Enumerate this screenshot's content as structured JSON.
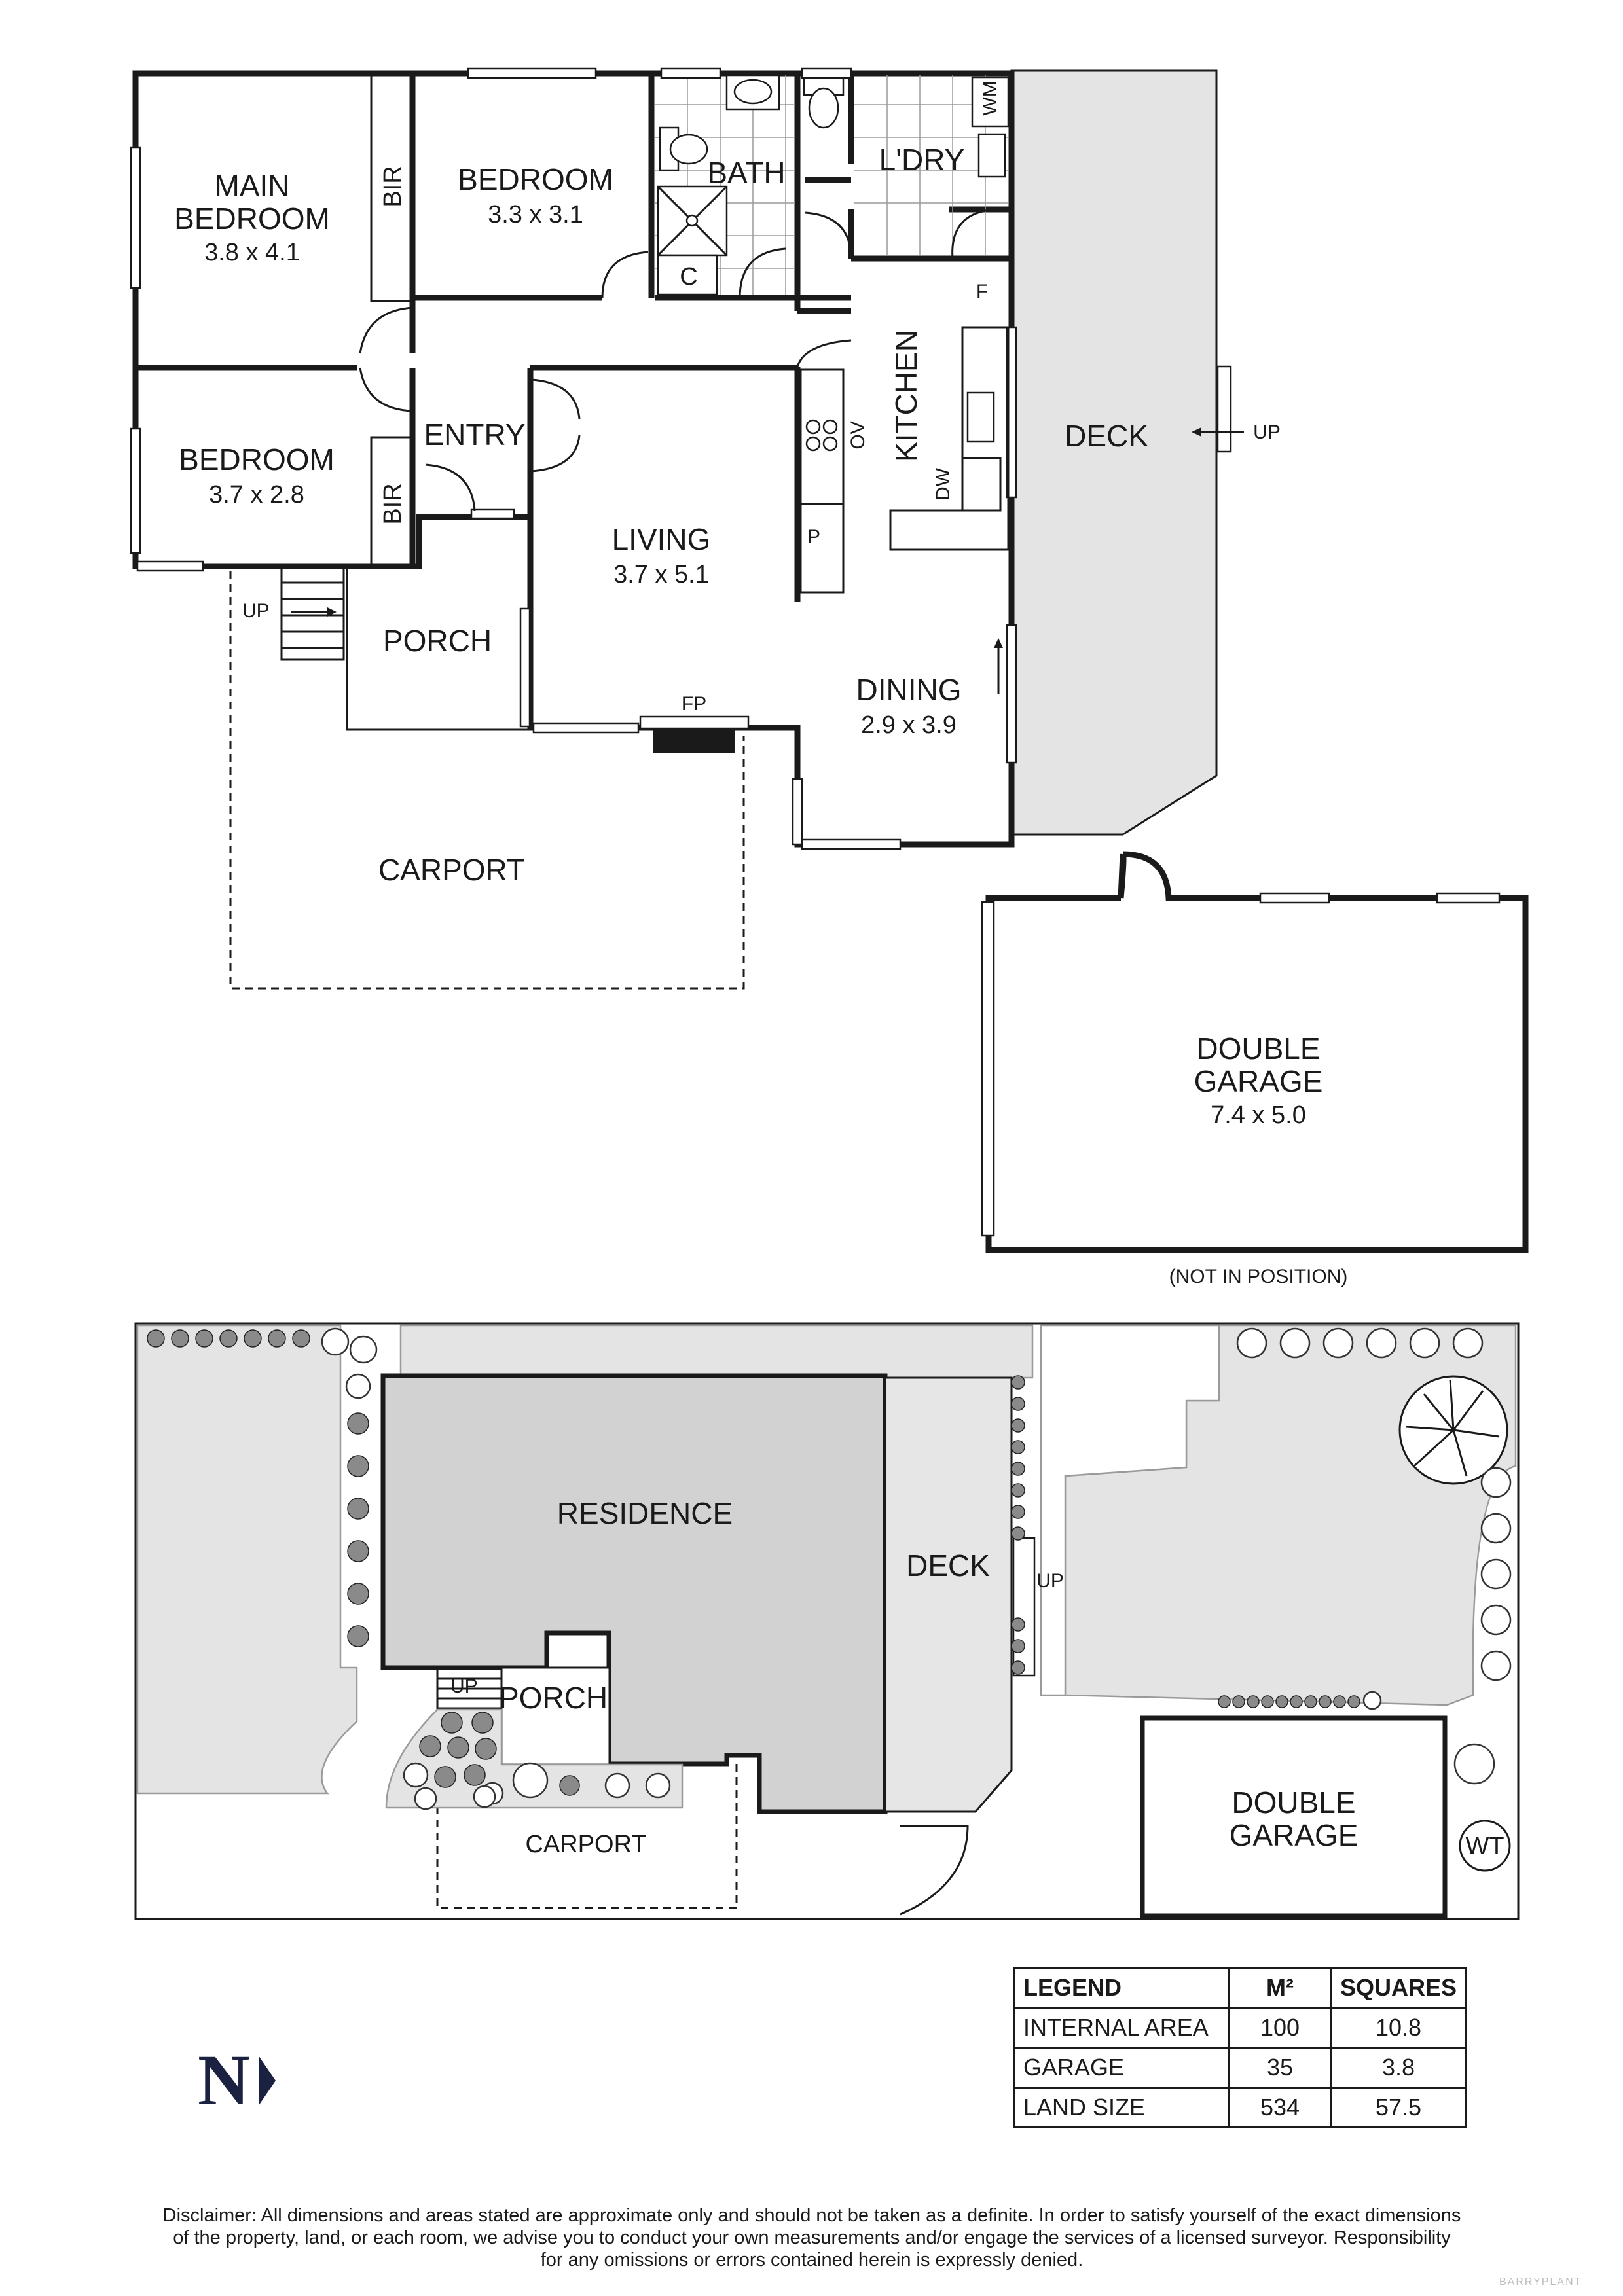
{
  "floor_plan": {
    "rooms": {
      "main_bedroom": {
        "name_line1": "MAIN",
        "name_line2": "BEDROOM",
        "dims": "3.8 x 4.1"
      },
      "bedroom_2": {
        "name": "BEDROOM",
        "dims": "3.3 x 3.1"
      },
      "bedroom_3": {
        "name": "BEDROOM",
        "dims": "3.7 x 2.8"
      },
      "bath": {
        "name": "BATH"
      },
      "laundry": {
        "name": "L'DRY"
      },
      "kitchen": {
        "name": "KITCHEN"
      },
      "entry": {
        "name": "ENTRY"
      },
      "living": {
        "name": "LIVING",
        "dims": "3.7 x 5.1"
      },
      "porch": {
        "name": "PORCH"
      },
      "dining": {
        "name": "DINING",
        "dims": "2.9 x 3.9"
      },
      "deck": {
        "name": "DECK"
      },
      "carport": {
        "name": "CARPORT"
      },
      "garage": {
        "name_line1": "DOUBLE",
        "name_line2": "GARAGE",
        "dims": "7.4 x 5.0"
      }
    },
    "fixtures": {
      "bir_main": "BIR",
      "bir_bed3": "BIR",
      "cupboard": "C",
      "washing_machine": "WM",
      "fridge": "F",
      "oven": "OV",
      "dishwasher": "DW",
      "pantry": "P",
      "fireplace": "FP",
      "up_porch": "UP",
      "up_deck": "UP"
    },
    "garage_note": "(NOT IN POSITION)"
  },
  "site_plan": {
    "residence": "RESIDENCE",
    "deck": "DECK",
    "up_deck": "UP",
    "porch": "PORCH",
    "up_porch": "UP",
    "carport": "CARPORT",
    "garage_line1": "DOUBLE",
    "garage_line2": "GARAGE",
    "water_tank": "WT"
  },
  "legend": {
    "headers": {
      "legend": "LEGEND",
      "m2": "M²",
      "squares": "SQUARES"
    },
    "rows": [
      {
        "label": "INTERNAL AREA",
        "m2": "100",
        "squares": "10.8"
      },
      {
        "label": "GARAGE",
        "m2": "35",
        "squares": "3.8"
      },
      {
        "label": "LAND SIZE",
        "m2": "534",
        "squares": "57.5"
      }
    ]
  },
  "north": {
    "letter": "N"
  },
  "disclaimer": {
    "line1": "Disclaimer: All dimensions and areas stated are approximate only and should not be taken as a definite. In order to satisfy yourself of the exact dimensions",
    "line2": "of the property, land, or each room, we advise you to conduct your own measurements and/or engage the services of a licensed surveyor. Responsibility",
    "line3": "for any omissions or errors contained herein is expressly denied."
  },
  "brand": "BARRYPLANT"
}
